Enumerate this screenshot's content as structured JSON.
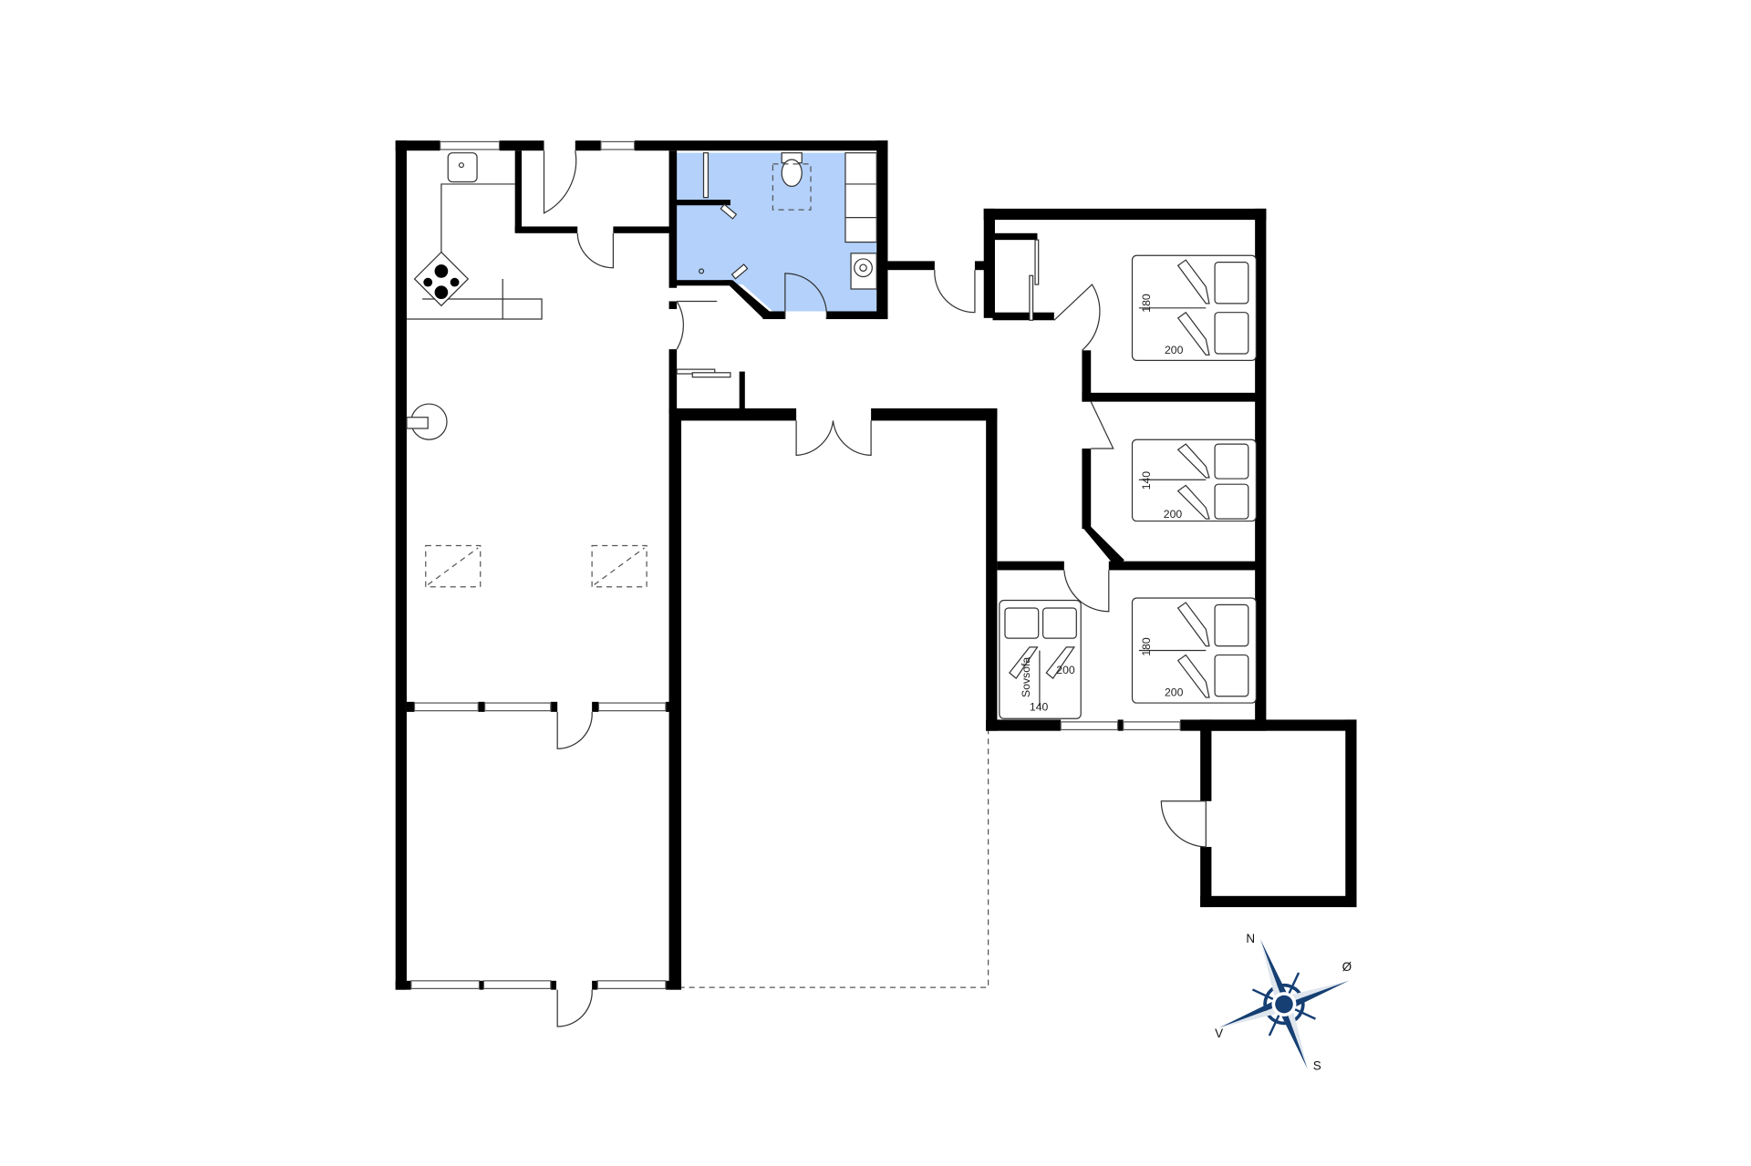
{
  "floorplan": {
    "colors": {
      "wall": "#000000",
      "bathroom_fill": "#b3d1fb",
      "compass": "#163f73",
      "background": "#ffffff"
    },
    "rooms": [
      {
        "id": "kitchen",
        "label": ""
      },
      {
        "id": "entrance",
        "label": ""
      },
      {
        "id": "bathroom",
        "label": "",
        "highlighted": true
      },
      {
        "id": "living-room",
        "label": ""
      },
      {
        "id": "garden-room",
        "label": ""
      },
      {
        "id": "hallway",
        "label": ""
      },
      {
        "id": "bedroom-1",
        "label": ""
      },
      {
        "id": "bedroom-2",
        "label": ""
      },
      {
        "id": "bedroom-3",
        "label": ""
      },
      {
        "id": "shed",
        "label": ""
      },
      {
        "id": "terrace",
        "label": ""
      }
    ],
    "beds": {
      "bedroom1": {
        "width": "180",
        "length": "200"
      },
      "bedroom2": {
        "width": "140",
        "length": "200"
      },
      "bedroom3": {
        "width": "180",
        "length": "200"
      },
      "sofabed": {
        "label": "Sovsofa",
        "width": "140",
        "length": "200"
      }
    },
    "compass": {
      "n": "N",
      "e": "Ø",
      "s": "S",
      "w": "V"
    }
  }
}
